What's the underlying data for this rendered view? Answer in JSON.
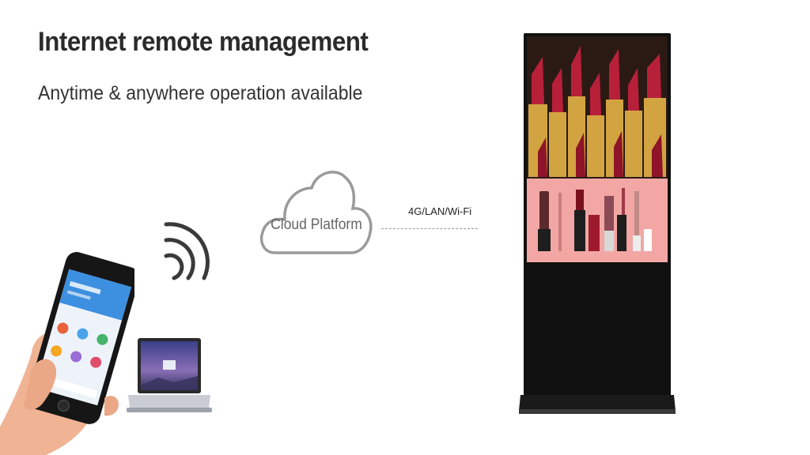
{
  "heading": {
    "title": "Internet remote management",
    "subtitle": "Anytime & anywhere operation available"
  },
  "cloud": {
    "label": "Cloud Platform"
  },
  "connection": {
    "label": "4G/LAN/Wi-Fi"
  },
  "colors": {
    "kiosk_frame": "#111111",
    "product_pink": "#f2a7a4",
    "lipstick_red": "#b8203a",
    "gold": "#d2a441",
    "cloud_stroke": "#9a9a9a",
    "phone_blue": "#3d8fe0"
  },
  "icons": {
    "cloud": "cloud-icon",
    "wireless": "wifi-signal-icon",
    "phone": "smartphone-icon",
    "laptop": "laptop-icon",
    "kiosk": "digital-signage-kiosk"
  }
}
